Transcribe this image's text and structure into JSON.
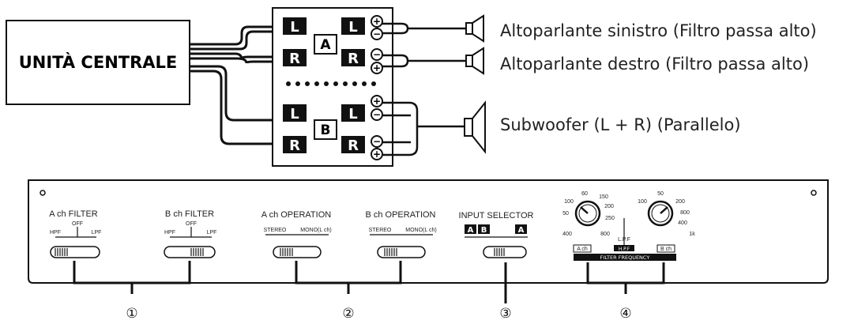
{
  "main_unit": {
    "label": "UNITÀ CENTRALE"
  },
  "junction": {
    "channel_a": "A",
    "channel_b": "B",
    "left_tag": "L",
    "right_tag": "R",
    "plus": "+",
    "minus": "−"
  },
  "speakers": [
    {
      "label": "Altoparlante sinistro (Filtro passa alto)"
    },
    {
      "label": "Altoparlante destro (Filtro passa alto)"
    },
    {
      "label": "Subwoofer (L + R) (Parallelo)"
    }
  ],
  "panel": {
    "a_filter": {
      "title": "A ch FILTER",
      "off": "OFF",
      "hpf": "HPF",
      "lpf": "LPF"
    },
    "b_filter": {
      "title": "B ch FILTER",
      "off": "OFF",
      "hpf": "HPF",
      "lpf": "LPF"
    },
    "a_operation": {
      "title": "A ch OPERATION",
      "stereo": "STEREO",
      "mono": "MONO(L ch)"
    },
    "b_operation": {
      "title": "B ch OPERATION",
      "stereo": "STEREO",
      "mono": "MONO(L ch)"
    },
    "input_selector": {
      "title": "INPUT SELECTOR",
      "opt_a": "A",
      "opt_b": "B",
      "opt_single": "A"
    },
    "freq_section": {
      "left_knob": {
        "top": "60",
        "upper_left": "100",
        "upper_right": "150",
        "right": "200",
        "lower_right": "250",
        "lower_left": "50",
        "bottom_left": "400",
        "bottom_right": "800"
      },
      "right_knob": {
        "top": "50",
        "upper_left": "100",
        "upper_right": "200",
        "right": "800",
        "lower_right": "400",
        "lower_left": "1k"
      },
      "center_mid": "L.P.F",
      "center_low": "H.P.F",
      "tag_a": "A ch",
      "tag_b": "B ch",
      "bar": "FILTER FREQUENCY"
    }
  },
  "callouts": [
    "①",
    "②",
    "③",
    "④"
  ],
  "colors": {
    "ink": "#111111",
    "line": "#222222",
    "panel_bg": "#ffffff"
  }
}
